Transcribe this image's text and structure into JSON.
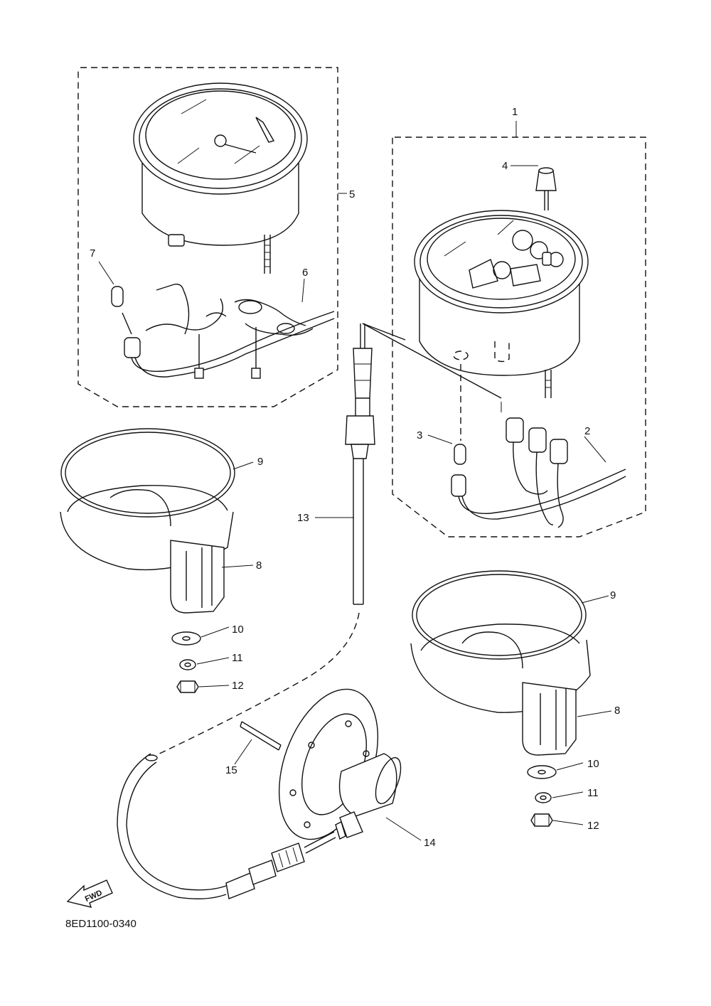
{
  "diagram_code": "8ED1100-0340",
  "fwd_label": "FWD",
  "callouts": {
    "c1": "1",
    "c2": "2",
    "c3": "3",
    "c4": "4",
    "c5": "5",
    "c6": "6",
    "c7": "7",
    "c8_left": "8",
    "c8_right": "8",
    "c9_left": "9",
    "c9_right": "9",
    "c10_left": "10",
    "c10_right": "10",
    "c11_left": "11",
    "c11_right": "11",
    "c12_left": "12",
    "c12_right": "12",
    "c13": "13",
    "c14": "14",
    "c15": "15"
  }
}
